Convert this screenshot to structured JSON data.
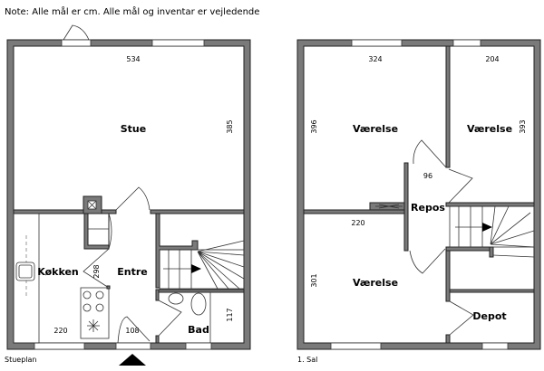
{
  "note": "Note: Alle mål er cm. Alle mål og inventar er vejledende",
  "ground_floor": {
    "caption": "Stueplan",
    "rooms": {
      "stue": "Stue",
      "kokken": "Køkken",
      "entre": "Entre",
      "bad": "Bad"
    },
    "dimensions": {
      "stue_width": "534",
      "stue_depth": "385",
      "kokken_width": "220",
      "kokken_depth": "298",
      "entre_width": "108",
      "bad_depth": "117"
    }
  },
  "first_floor": {
    "caption": "1. Sal",
    "rooms": {
      "vaerelse_1": "Værelse",
      "vaerelse_2": "Værelse",
      "vaerelse_3": "Værelse",
      "repos": "Repos",
      "depot": "Depot"
    },
    "dimensions": {
      "v1_width": "324",
      "v1_depth": "396",
      "v2_width": "204",
      "v2_depth": "393",
      "repos_width": "96",
      "v3_width": "220",
      "v3_depth": "301"
    }
  }
}
